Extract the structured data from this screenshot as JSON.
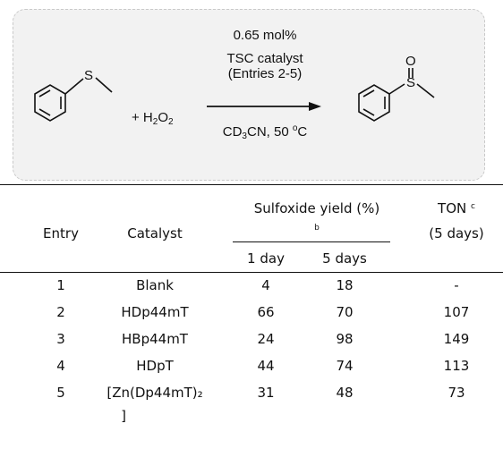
{
  "scheme": {
    "reactant_atom": "S",
    "plus_reagent_prefix": "+ H",
    "reagent_sub": "2",
    "reagent_o": "O",
    "reagent_sub2": "2",
    "conditions_top_1": "0.65 mol%",
    "conditions_top_2": "TSC catalyst",
    "conditions_top_3": "(Entries 2-5)",
    "conditions_bottom_prefix": "CD",
    "conditions_bottom_sub": "3",
    "conditions_bottom_rest": "CN, 50 ",
    "conditions_bottom_sup": "o",
    "conditions_bottom_unit": "C",
    "product_atom_s": "S",
    "product_atom_o": "O"
  },
  "table": {
    "headers": {
      "entry": "Entry",
      "catalyst": "Catalyst",
      "yield": "Sulfoxide yield (%)",
      "yield_sup": "b",
      "ton": "TON",
      "ton_sup": "c",
      "ton_sub": "(5 days)",
      "day1": "1 day",
      "day5": "5 days"
    },
    "rows": [
      {
        "entry": "1",
        "catalyst": "Blank",
        "day1": "4",
        "day5": "18",
        "ton": "-"
      },
      {
        "entry": "2",
        "catalyst": "HDp44mT",
        "day1": "66",
        "day5": "70",
        "ton": "107"
      },
      {
        "entry": "3",
        "catalyst": "HBp44mT",
        "day1": "24",
        "day5": "98",
        "ton": "149"
      },
      {
        "entry": "4",
        "catalyst": "HDpT",
        "day1": "44",
        "day5": "74",
        "ton": "113"
      },
      {
        "entry": "5",
        "catalyst": "[Zn(Dp44mT)₂",
        "catalyst_wrap": "]",
        "day1": "31",
        "day5": "48",
        "ton": "73"
      }
    ]
  }
}
